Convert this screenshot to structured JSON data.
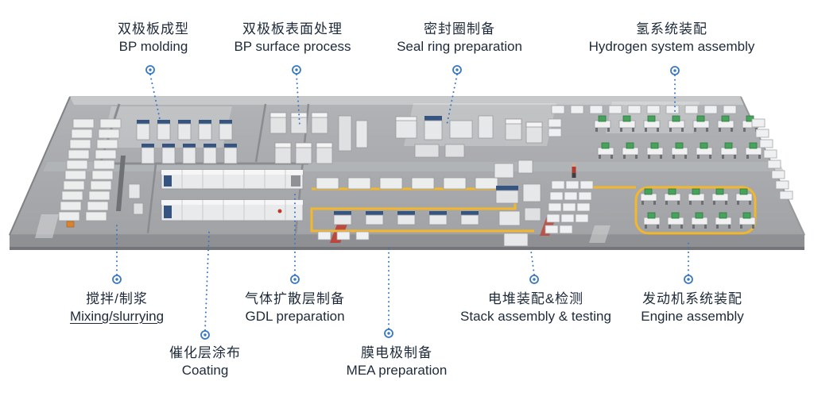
{
  "diagram": {
    "type": "factory-layout",
    "stations": [
      {
        "id": "bp-molding",
        "zh": "双极板成型",
        "en": "BP molding"
      },
      {
        "id": "bp-surface",
        "zh": "双极板表面处理",
        "en": "BP surface process"
      },
      {
        "id": "seal-ring",
        "zh": "密封圈制备",
        "en": "Seal ring preparation"
      },
      {
        "id": "hydrogen-assembly",
        "zh": "氢系统装配",
        "en": "Hydrogen system assembly"
      },
      {
        "id": "mixing",
        "zh": "搅拌/制浆",
        "en": "Mixing/slurrying"
      },
      {
        "id": "gdl",
        "zh": "气体扩散层制备",
        "en": "GDL preparation"
      },
      {
        "id": "coating",
        "zh": "催化层涂布",
        "en": "Coating"
      },
      {
        "id": "mea",
        "zh": "膜电极制备",
        "en": "MEA preparation"
      },
      {
        "id": "stack-assembly",
        "zh": "电堆装配&检测",
        "en": "Stack assembly & testing"
      },
      {
        "id": "engine-assembly",
        "zh": "发动机系统装配",
        "en": "Engine assembly"
      }
    ],
    "colors": {
      "callout_blue": "#3a78c2",
      "label_text": "#1e2a3a",
      "floor_gray": "#aaacaf",
      "floor_edge": "#8e9093",
      "conveyor_yellow": "#f2b72c",
      "machine_green": "#47a35a",
      "machine_blue": "#35547f",
      "accent_red": "#c23b2e"
    }
  }
}
